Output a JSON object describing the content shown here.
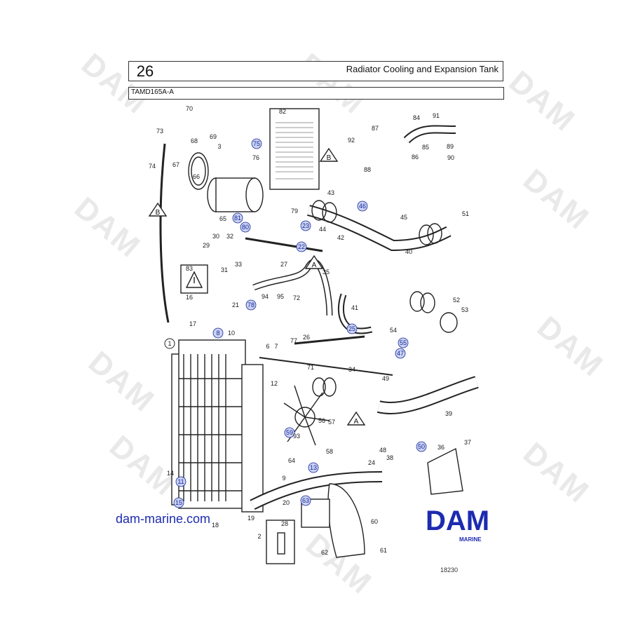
{
  "header": {
    "page_number": "26",
    "title": "Radiator Cooling and Expansion Tank",
    "model": "TAMD165A-A"
  },
  "watermark": "DAM",
  "website": "dam-marine.com",
  "logo": {
    "text": "DAM",
    "subtext": "MARINE",
    "color": "#1d2bb0"
  },
  "drawing_number": "18230",
  "colors": {
    "accent": "#1d2bb0",
    "circle_label": "#1a2a9a"
  },
  "callouts": [
    "1",
    "2",
    "3",
    "6",
    "7",
    "8",
    "9",
    "10",
    "11",
    "12",
    "13",
    "14",
    "15",
    "16",
    "17",
    "18",
    "19",
    "20",
    "21",
    "22",
    "23",
    "24",
    "25",
    "26",
    "27",
    "28",
    "29",
    "30",
    "31",
    "32",
    "33",
    "34",
    "35",
    "36",
    "37",
    "38",
    "39",
    "40",
    "41",
    "42",
    "43",
    "44",
    "45",
    "46",
    "47",
    "48",
    "49",
    "50",
    "51",
    "52",
    "53",
    "54",
    "55",
    "56",
    "57",
    "58",
    "59",
    "60",
    "61",
    "62",
    "63",
    "64",
    "65",
    "66",
    "67",
    "68",
    "69",
    "70",
    "71",
    "72",
    "73",
    "74",
    "75",
    "76",
    "77",
    "78",
    "79",
    "80",
    "81",
    "82",
    "83",
    "84",
    "85",
    "86",
    "87",
    "88",
    "89",
    "90",
    "91",
    "92",
    "93",
    "94",
    "95"
  ],
  "reference_markers": [
    "A",
    "B"
  ],
  "icons": [
    "warning-triangle-icon",
    "label-plate-icon"
  ]
}
